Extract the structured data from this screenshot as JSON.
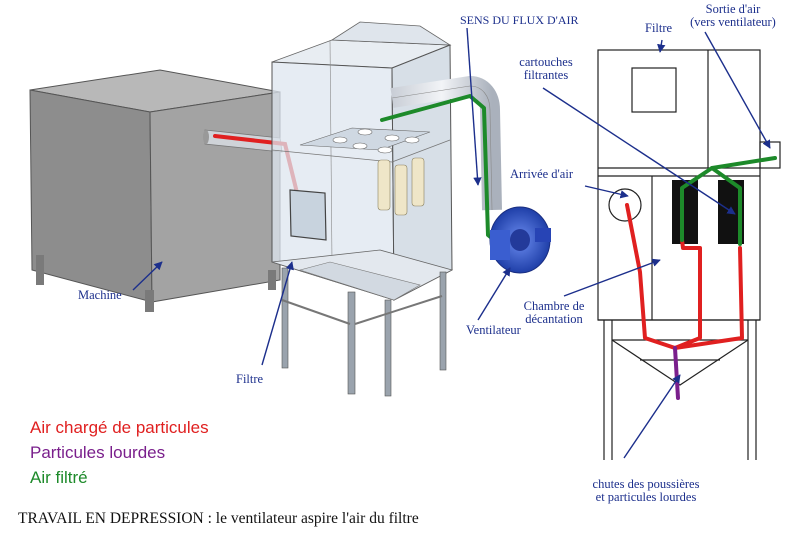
{
  "labels": {
    "machine": "Machine",
    "filtre_left": "Filtre",
    "sens_flux": "SENS DU FLUX D'AIR",
    "cartouches_1": "cartouches",
    "cartouches_2": "filtrantes",
    "arrivee": "Arrivée d'air",
    "chambre_1": "Chambre de",
    "chambre_2": "décantation",
    "ventilateur": "Ventilateur",
    "filtre_right": "Filtre",
    "sortie_1": "Sortie d'air",
    "sortie_2": "(vers ventilateur)",
    "chutes_1": "chutes des poussières",
    "chutes_2": "et particules lourdes"
  },
  "legend": {
    "items": [
      {
        "text": "Air chargé de particules",
        "color": "#e02020"
      },
      {
        "text": "Particules lourdes",
        "color": "#7a1f8c"
      },
      {
        "text": "Air filtré",
        "color": "#1d8a2a"
      }
    ]
  },
  "caption": "TRAVAIL EN DEPRESSION : le ventilateur aspire l'air du filtre",
  "colors": {
    "label_blue": "#1c2f8c",
    "dirty_air": "#e02020",
    "heavy_particles": "#7a1f8c",
    "filtered_air": "#1d8a2a",
    "machine_grey": "#9a9a9a",
    "fan_blue": "#2b50c8"
  }
}
